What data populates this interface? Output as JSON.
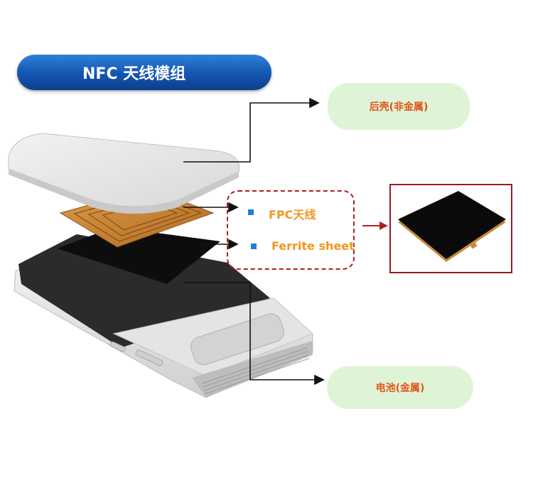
{
  "title": "NFC 天线模组",
  "labels": {
    "back_cover": "后壳(非金属)",
    "battery": "电池(金属)"
  },
  "layers": [
    {
      "label": "FPC天线"
    },
    {
      "label": "Ferrite sheet"
    }
  ],
  "colors": {
    "title_blue": "#1455b0",
    "label_green": "#dff4d6",
    "label_text": "#e0541b",
    "layer_text": "#f29622",
    "bullet_blue": "#1f7fd6",
    "dashed_red": "#b51d25",
    "copper": "#c8802e",
    "ferrite": "#111111"
  }
}
